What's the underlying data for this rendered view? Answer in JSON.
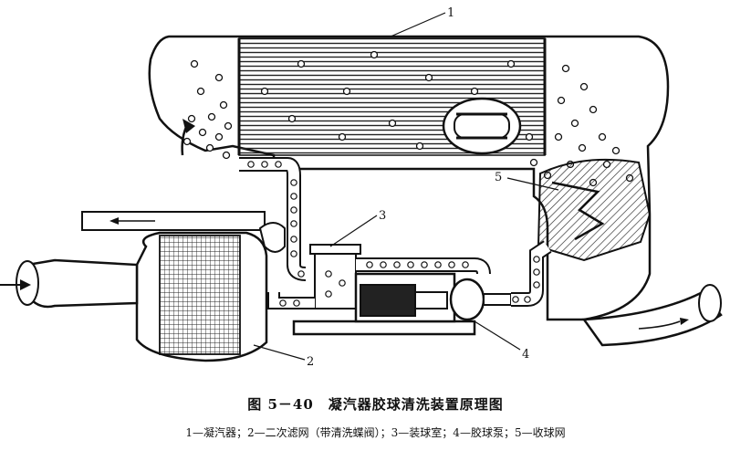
{
  "figure": {
    "labels": {
      "one": "1",
      "two": "2",
      "three": "3",
      "four": "4",
      "five": "5"
    }
  },
  "caption": {
    "title": "图 5－40　凝汽器胶球清洗装置原理图",
    "legend": "1—凝汽器；2—二次滤网（带清洗蝶阀）；3—装球室；4—胶球泵；5—收球网"
  }
}
